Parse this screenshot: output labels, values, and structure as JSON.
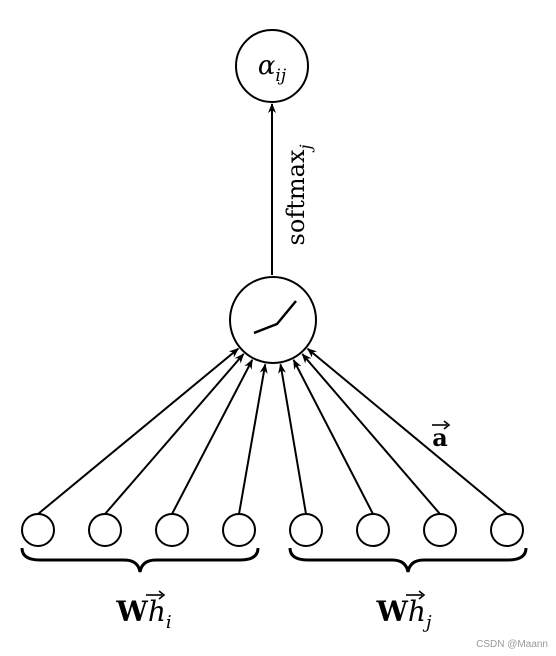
{
  "output": {
    "symbol": "α",
    "subscript": "ij"
  },
  "edge_label": {
    "base": "softmax",
    "subscript": "j"
  },
  "attention_vector": {
    "symbol": "a"
  },
  "left_group": {
    "label_bold": "W",
    "label_var": "h",
    "label_sub": "i",
    "node_count": 4
  },
  "right_group": {
    "label_bold": "W",
    "label_var": "h",
    "label_sub": "j",
    "node_count": 4
  },
  "watermark": "CSDN @Maann"
}
